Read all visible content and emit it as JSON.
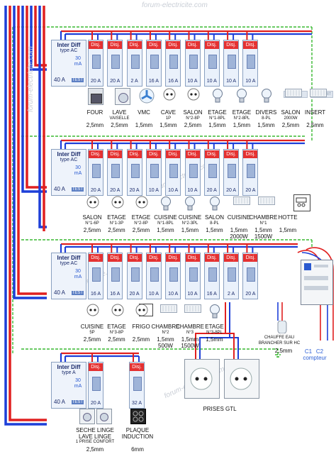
{
  "watermark": "forum-electricite.com",
  "colors": {
    "phase": "#e02020",
    "neutral": "#1d3fd8",
    "earth": "#38b830",
    "label": "#e53131"
  },
  "diff": {
    "name": "Inter Diff",
    "type_ac": "type AC",
    "type_a": "type A",
    "sens": "30 mA",
    "rating": "40 A",
    "test": "TEST"
  },
  "breaker_label": "Disj.",
  "row1": {
    "amps": [
      "20 A",
      "20 A",
      "2 A",
      "16 A",
      "16 A",
      "10 A",
      "10 A",
      "10 A",
      "10 A"
    ],
    "items": [
      {
        "name": "FOUR",
        "sub": "",
        "section": "2,5mm",
        "icon": "oven-icon"
      },
      {
        "name": "LAVE",
        "sub": "VAISELLE",
        "section": "2,5mm",
        "icon": "dishwasher-icon"
      },
      {
        "name": "VMC",
        "sub": "",
        "section": "1,5mm",
        "icon": "fan-icon"
      },
      {
        "name": "CAVE",
        "sub": "1P",
        "section": "1,5mm",
        "icon": "outlet-icon"
      },
      {
        "name": "SALON",
        "sub": "N°2-8P",
        "section": "2,5mm",
        "icon": "outlet-icon"
      },
      {
        "name": "ETAGE",
        "sub": "N°1-8PL",
        "section": "1,5mm",
        "icon": "bulb-icon"
      },
      {
        "name": "ETAGE",
        "sub": "N°2-8PL",
        "section": "1,5mm",
        "icon": "bulb-icon"
      },
      {
        "name": "DIVERS",
        "sub": "8-PL",
        "section": "1,5mm",
        "icon": "bulb-icon"
      },
      {
        "name": "SALON",
        "sub": "2000W",
        "section": "2,5mm",
        "icon": "heater-icon"
      },
      {
        "name": "INSERT",
        "sub": "",
        "section": "2,5mm",
        "icon": "heater-icon"
      }
    ]
  },
  "row2": {
    "amps": [
      "20 A",
      "20 A",
      "20 A",
      "10 A",
      "10 A",
      "10 A",
      "20 A",
      "20 A",
      "20 A"
    ],
    "items": [
      {
        "name": "SALON",
        "sub": "N°1-6P",
        "section": "2,5mm",
        "icon": "outlet-icon"
      },
      {
        "name": "ETAGE",
        "sub": "N°1-3P",
        "section": "2,5mm",
        "icon": "outlet-icon"
      },
      {
        "name": "ETAGE",
        "sub": "N°2-8P",
        "section": "2,5mm",
        "icon": "outlet-icon"
      },
      {
        "name": "CUISINE",
        "sub": "N°1-8PL",
        "section": "1,5mm",
        "icon": "bulb-icon"
      },
      {
        "name": "CUISINE",
        "sub": "N°2-3PL",
        "section": "1,5mm",
        "icon": "bulb-icon"
      },
      {
        "name": "SALON",
        "sub": "8-PL",
        "section": "1,5mm",
        "icon": "bulb-icon"
      },
      {
        "name": "CUISINE",
        "sub": "",
        "section": "1,5mm",
        "extra": "2000W",
        "icon": "heater-icon"
      },
      {
        "name": "CHAMBRE",
        "sub": "N°1",
        "section": "1,5mm",
        "extra": "1500W",
        "icon": "heater-icon"
      },
      {
        "name": "HOTTE",
        "sub": "",
        "section": "1,5mm",
        "icon": "hood-icon"
      }
    ]
  },
  "row3": {
    "amps": [
      "16 A",
      "16 A",
      "20 A",
      "10 A",
      "10 A",
      "10 A",
      "16 A",
      "2 A",
      "20 A"
    ],
    "items": [
      {
        "name": "CUISINE",
        "sub": "5P",
        "section": "2,5mm",
        "icon": "outlet-icon"
      },
      {
        "name": "ETAGE",
        "sub": "N°3-8P",
        "section": "2,5mm",
        "icon": "outlet-icon"
      },
      {
        "name": "FRIGO",
        "sub": "",
        "section": "2,5mm",
        "icon": "outlet-icon"
      },
      {
        "name": "CHAMBRE",
        "sub": "N°2",
        "section": "1,5mm",
        "extra": "500W",
        "icon": "heater-icon"
      },
      {
        "name": "CHAMBRE",
        "sub": "N°3",
        "section": "1,5mm",
        "extra": "1500W",
        "icon": "heater-icon"
      },
      {
        "name": "ETAGE",
        "sub": "N°3-8PL",
        "section": "1,5mm",
        "icon": "bulb-icon"
      }
    ],
    "water_heater": {
      "name": "CHAUFFE EAU",
      "note": "BRANCHER SUR HC",
      "section": "2,5mm"
    },
    "counter": {
      "c1": "C1",
      "c2": "C2",
      "label": "compteur"
    },
    "gtl": {
      "name": "PRISES GTL"
    }
  },
  "row4": {
    "amps": [
      "20 A",
      "32 A"
    ],
    "items": [
      {
        "name": "SECHE LINGE",
        "sub": "LAVE LINGE",
        "note": "1 PRISE CONFORT",
        "section": "2,5mm"
      },
      {
        "name": "PLAQUE",
        "sub": "INDUCTION",
        "section": "6mm"
      }
    ]
  }
}
